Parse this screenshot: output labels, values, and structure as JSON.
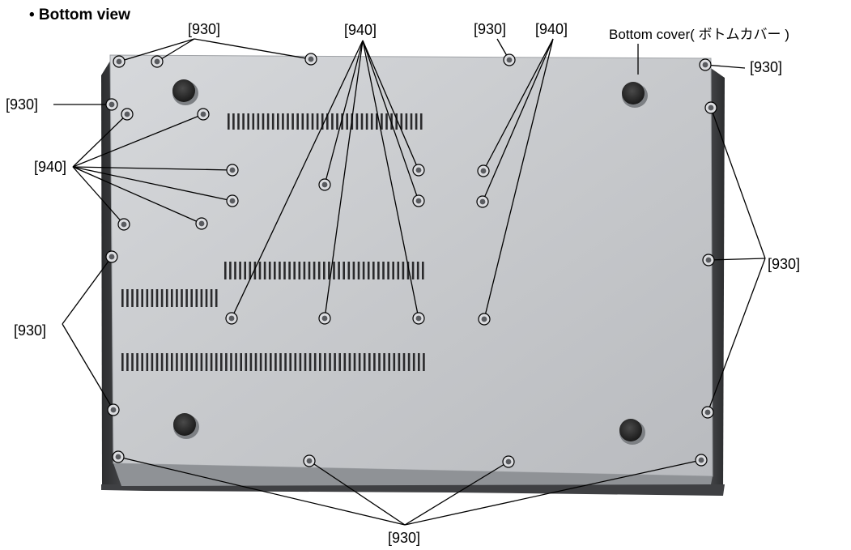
{
  "title": "• Bottom view",
  "labels": {
    "l930_top_left": "[930]",
    "l940_top_center": "[940]",
    "l930_top_mid": "[930]",
    "l940_top_right": "[940]",
    "bottom_cover": "Bottom cover( ボトムカバー )",
    "l930_top_corner": "[930]",
    "l930_left_upper": "[930]",
    "l940_left": "[940]",
    "l930_right": "[930]",
    "l930_left_lower": "[930]",
    "l930_bottom": "[930]"
  },
  "colors": {
    "plate": "#c8cacd",
    "plate_edge": "#a9acb0",
    "case_side": "#3a3b3d",
    "vent": "#2a2a2c",
    "foot": "#2b2b2b",
    "leader": "#000000"
  }
}
